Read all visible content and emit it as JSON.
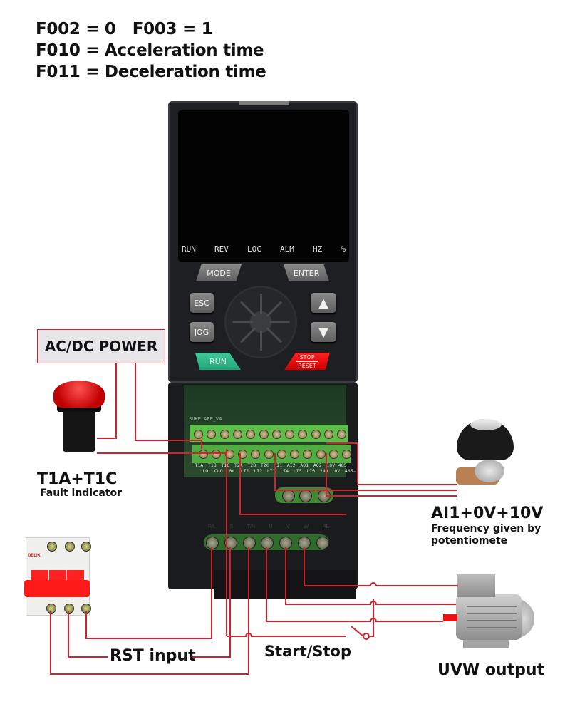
{
  "params": {
    "line1": "F002 = 0   F003 = 1",
    "line2": "F010 = Acceleration time",
    "line3": "F011 = Deceleration time"
  },
  "drive": {
    "indicators": [
      "RUN",
      "REV",
      "LOC",
      "ALM",
      "HZ",
      "%"
    ],
    "keys": {
      "mode": "MODE",
      "enter": "ENTER",
      "esc": "ESC",
      "jog": "JOG",
      "up": "▲",
      "down": "▼",
      "run": "RUN",
      "stop": "STOP",
      "reset": "RESET"
    },
    "pcb_label": "SUKE APP_V4",
    "control_terminals_top": [
      "T1A",
      "T1B",
      "T1C",
      "T2A",
      "T2B",
      "T2C",
      "AI1",
      "AI2",
      "AO1",
      "AO2",
      "10V",
      "485+"
    ],
    "control_terminals_bottom": [
      "LO",
      "CLO",
      "0V",
      "LI1",
      "LI2",
      "LI3",
      "LI4",
      "LI5",
      "LI6",
      "24V",
      "0V",
      "485-"
    ],
    "power_terminals": [
      "R/L",
      "S",
      "T/N",
      "U",
      "V",
      "W",
      "PB"
    ]
  },
  "labels": {
    "power_box": "AC/DC POWER",
    "fault_title": "T1A+T1C",
    "fault_sub": "Fault indicator",
    "pot_title": "AI1+0V+10V",
    "pot_sub1": "Frequency given by",
    "pot_sub2": "potentiomete",
    "rst": "RST input",
    "start_stop": "Start/Stop",
    "uvw": "UVW output"
  },
  "breaker": {
    "brand": "DELIXI"
  },
  "colors": {
    "wire": "#d0232b",
    "run_key": "#2bb584",
    "stop_key": "#ee1111",
    "terminal_green": "#5cbf4a"
  }
}
